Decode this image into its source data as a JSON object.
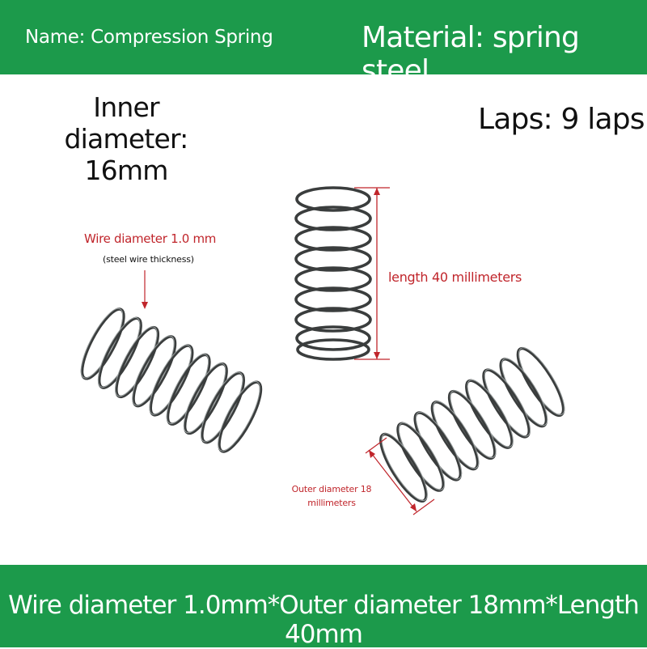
{
  "header": {
    "name_text": "Name: Compression Spring",
    "material_text": "Material: spring steel"
  },
  "specs": {
    "inner_diameter_line1": "Inner diameter:",
    "inner_diameter_line2": "16mm",
    "laps_text": "Laps: 9 laps"
  },
  "annotations": {
    "wire_diameter": "Wire diameter 1.0 mm",
    "wire_note": "(steel wire thickness)",
    "length": "length 40 millimeters",
    "outer_diameter_line1": "Outer diameter 18",
    "outer_diameter_line2": "millimeters"
  },
  "footer": {
    "summary_text": "Wire diameter 1.0mm*Outer diameter 18mm*Length 40mm"
  },
  "colors": {
    "band_green": "#1c9a4b",
    "annotation_red": "#c0252b",
    "spring_steel": "#3a3d3d"
  }
}
